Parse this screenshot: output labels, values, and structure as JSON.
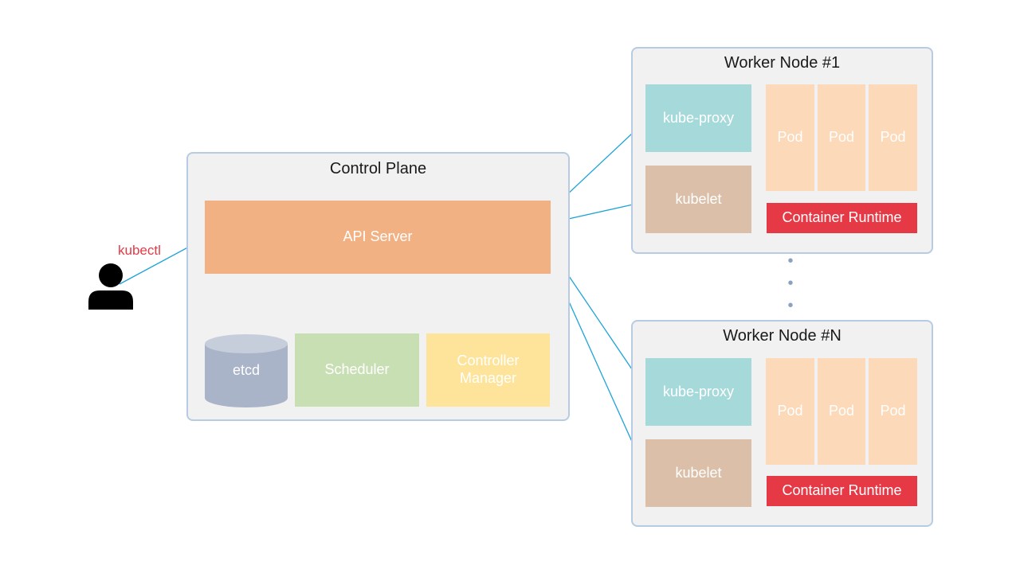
{
  "colors": {
    "arrow": "#1ea3d8",
    "api_server": "#f2b183",
    "etcd": "#aab4c8",
    "scheduler": "#c8dfb3",
    "controller_manager": "#fde49a",
    "kube_proxy": "#a6d9da",
    "kubelet": "#dbbfa8",
    "pod": "#fcd9b8",
    "container_runtime": "#e63946",
    "kubectl_label": "#e63946",
    "panel_border": "#b8cbe4"
  },
  "user": {
    "icon": "person-icon",
    "label": "kubectl"
  },
  "control_plane": {
    "title": "Control Plane",
    "api_server": "API Server",
    "etcd": "etcd",
    "scheduler": "Scheduler",
    "controller_manager": "Controller Manager"
  },
  "worker_nodes": [
    {
      "title": "Worker Node #1",
      "kube_proxy": "kube-proxy",
      "kubelet": "kubelet",
      "pods": [
        "Pod",
        "Pod",
        "Pod"
      ],
      "container_runtime": "Container Runtime"
    },
    {
      "title": "Worker Node #N",
      "kube_proxy": "kube-proxy",
      "kubelet": "kubelet",
      "pods": [
        "Pod",
        "Pod",
        "Pod"
      ],
      "container_runtime": "Container Runtime"
    }
  ],
  "ellipsis": "•"
}
